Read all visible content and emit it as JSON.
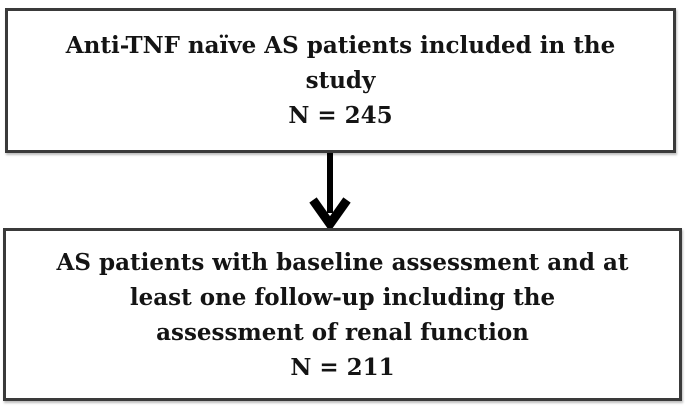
{
  "diagram": {
    "type": "flowchart",
    "background": "#ffffff",
    "colors": {
      "node_border": "#3a3a3a",
      "node_fill": "#ffffff",
      "text": "#141414",
      "arrow": "#000000"
    },
    "nodes": [
      {
        "id": "study-population",
        "lines": [
          "Anti-TNF naïve AS patients included in the",
          "study",
          "N = 245"
        ],
        "n_value": 245
      },
      {
        "id": "followup-population",
        "lines": [
          "AS patients with baseline assessment and at",
          "least one follow-up including the",
          "assessment of renal function",
          "N = 211"
        ],
        "n_value": 211
      }
    ],
    "connectors": [
      {
        "from": "study-population",
        "to": "followup-population",
        "style": "arrow-down"
      }
    ]
  }
}
